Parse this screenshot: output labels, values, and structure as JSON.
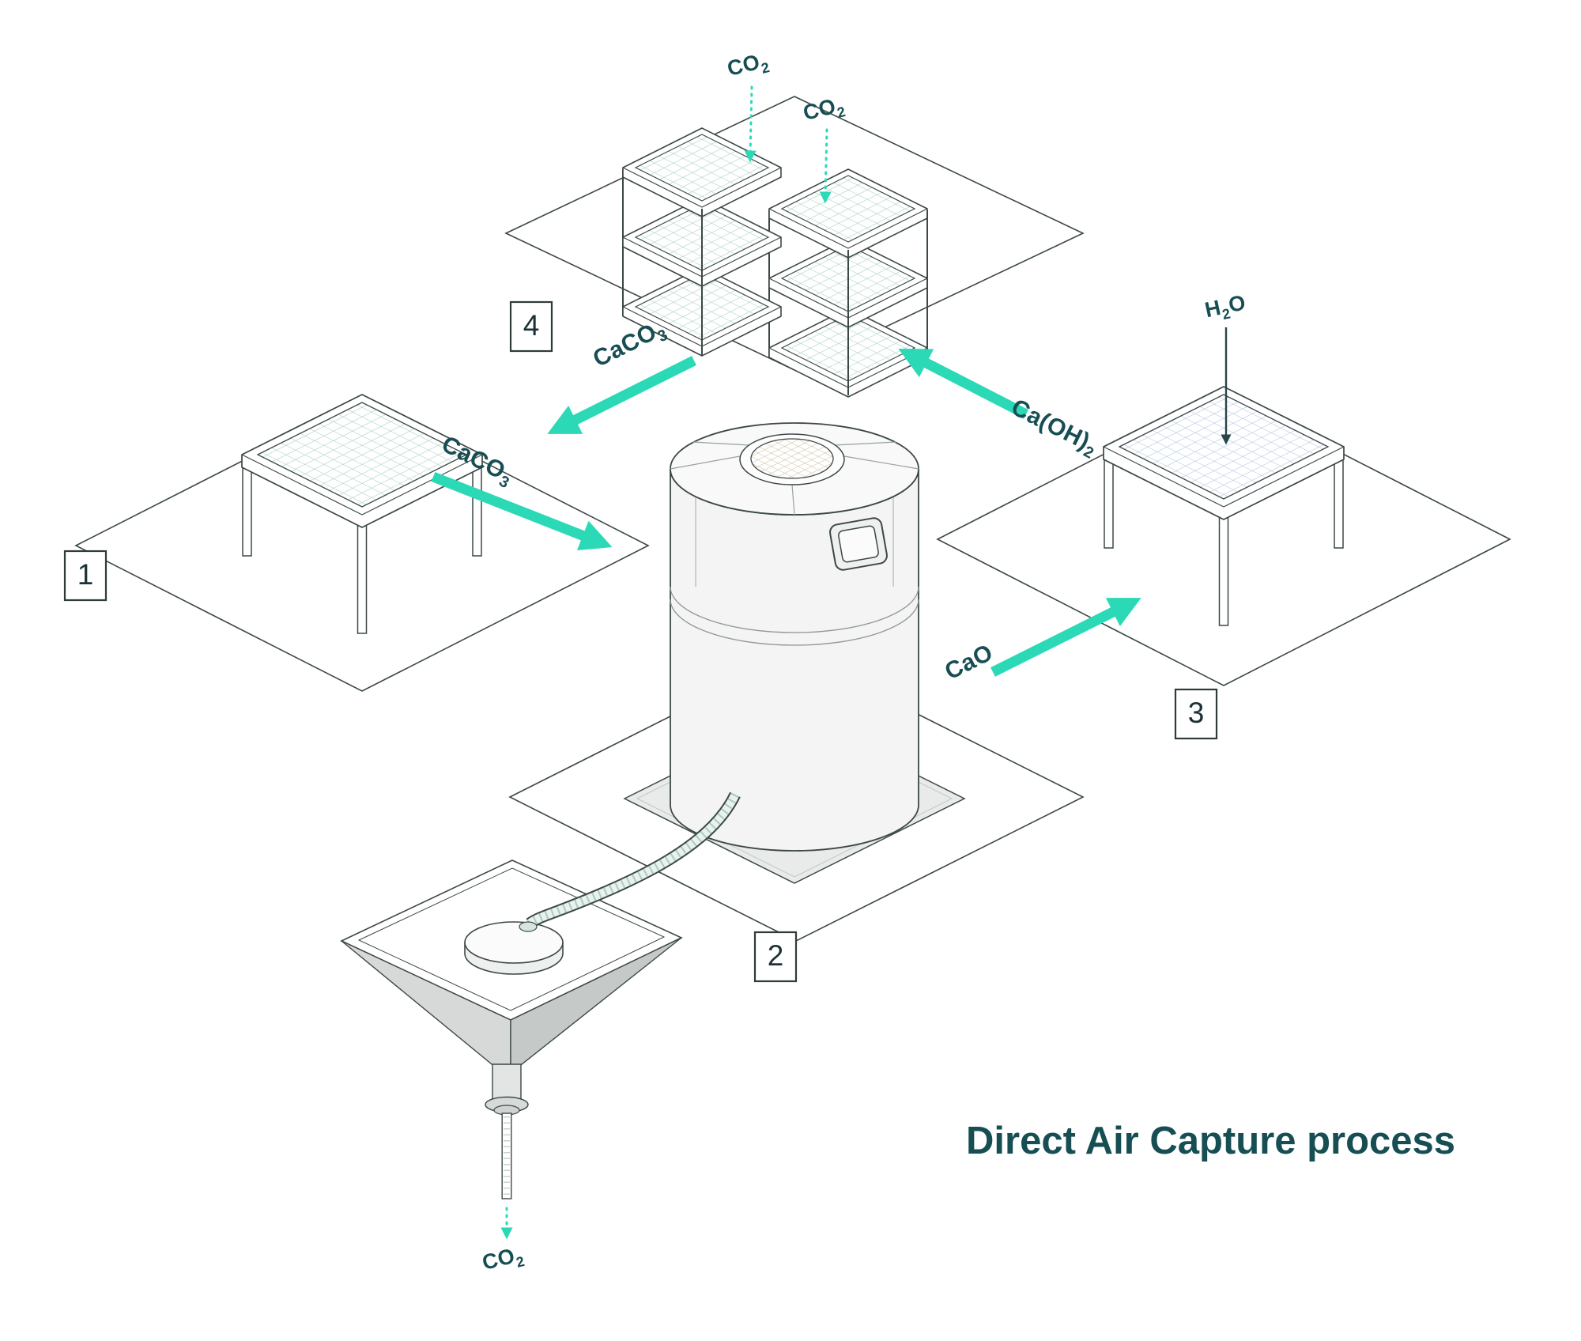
{
  "title": "Direct Air Capture process",
  "colors": {
    "arrow_teal": "#2BD9B6",
    "label_teal": "#174E54",
    "mesh_green": "#9FCCBE",
    "mesh_blue": "#A9C2DF",
    "mesh_tan": "#BFB28A"
  },
  "stations": {
    "s1": "1",
    "s2": "2",
    "s3": "3",
    "s4": "4"
  },
  "flows": {
    "caco3_to_1": {
      "pre": "CaCO",
      "sub": "3",
      "post": ""
    },
    "caco3_to_2": {
      "pre": "CaCO",
      "sub": "3",
      "post": ""
    },
    "cao_to_3": {
      "pre": "CaO",
      "sub": "",
      "post": ""
    },
    "caoh2_to_4": {
      "pre": "Ca(OH)",
      "sub": "2",
      "post": ""
    }
  },
  "gases": {
    "co2_in_a": {
      "pre": "CO",
      "sub": "2",
      "post": ""
    },
    "co2_in_b": {
      "pre": "CO",
      "sub": "2",
      "post": ""
    },
    "h2o_in": {
      "pre": "H",
      "sub": "2",
      "post": "O"
    },
    "co2_out": {
      "pre": "CO",
      "sub": "2",
      "post": ""
    }
  }
}
